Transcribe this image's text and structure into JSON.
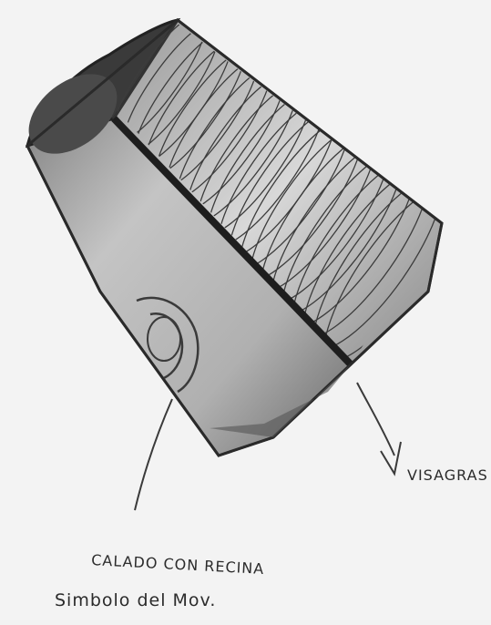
{
  "annotations": {
    "hinges": "VISAGRAS",
    "material": "CALADO CON RECINA",
    "symbol": "Simbolo del Mov."
  }
}
